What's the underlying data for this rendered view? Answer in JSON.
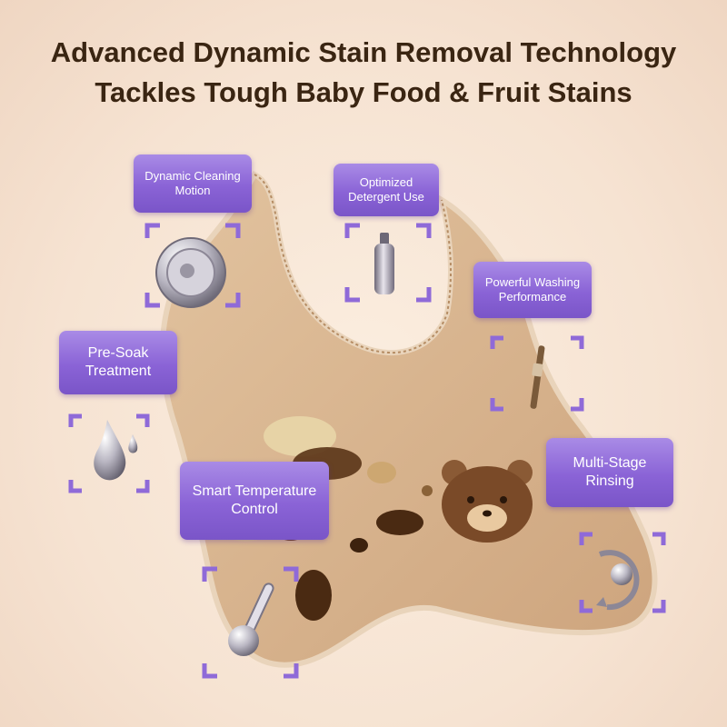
{
  "headline": {
    "line1": "Advanced Dynamic Stain Removal Technology",
    "line2": "Tackles Tough Baby Food & Fruit Stains"
  },
  "features": {
    "dynamic_cleaning": {
      "line1": "Dynamic Cleaning",
      "line2": "Motion",
      "icon": "washing-drum-icon"
    },
    "detergent": {
      "line1": "Optimized",
      "line2": "Detergent Use",
      "icon": "detergent-bottle-icon"
    },
    "washing": {
      "line1": "Powerful Washing",
      "line2": "Performance",
      "icon": "brush-icon"
    },
    "presoak": {
      "line1": "Pre-Soak",
      "line2": "Treatment",
      "icon": "water-drop-icon"
    },
    "temperature": {
      "line1": "Smart Temperature",
      "line2": "Control",
      "icon": "thermometer-icon"
    },
    "rinsing": {
      "line1": "Multi-Stage",
      "line2": "Rinsing",
      "icon": "rinse-cycle-icon"
    }
  },
  "colors": {
    "label_purple": "#8a63d6",
    "bib": "#d8b692",
    "bib_edge": "#c9a27a",
    "headline": "#3a2512",
    "bracket": "#8f6ad8"
  }
}
